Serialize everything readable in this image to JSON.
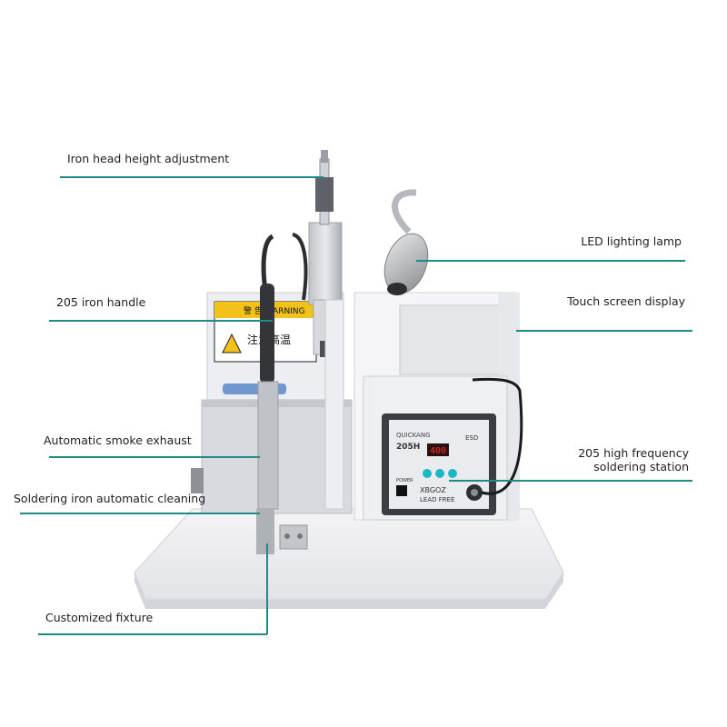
{
  "labels": {
    "head_height": "Iron head height adjustment",
    "iron_handle": "205 iron handle",
    "smoke_exhaust": "Automatic smoke exhaust",
    "auto_cleaning": "Soldering iron automatic cleaning",
    "fixture": "Customized fixture",
    "led_lamp": "LED lighting lamp",
    "touch_screen": "Touch screen display",
    "station_line1": "205 high frequency",
    "station_line2": "soldering station"
  },
  "machine": {
    "warning_sign_line1": "警 告 WARNING",
    "warning_sign_line2": "注意高温",
    "station_brand": "QUICKANG",
    "station_model": "205H",
    "station_esd": "ESD",
    "station_temp": "400",
    "station_power": "POWER",
    "station_label": "XBGOZ",
    "station_leadfree": "LEAD FREE"
  },
  "colors": {
    "accent_line": "#1f8a86",
    "warning_yellow": "#f2c21b",
    "station_display": "#d11a1a",
    "station_buttons": "#1bb8c4"
  }
}
